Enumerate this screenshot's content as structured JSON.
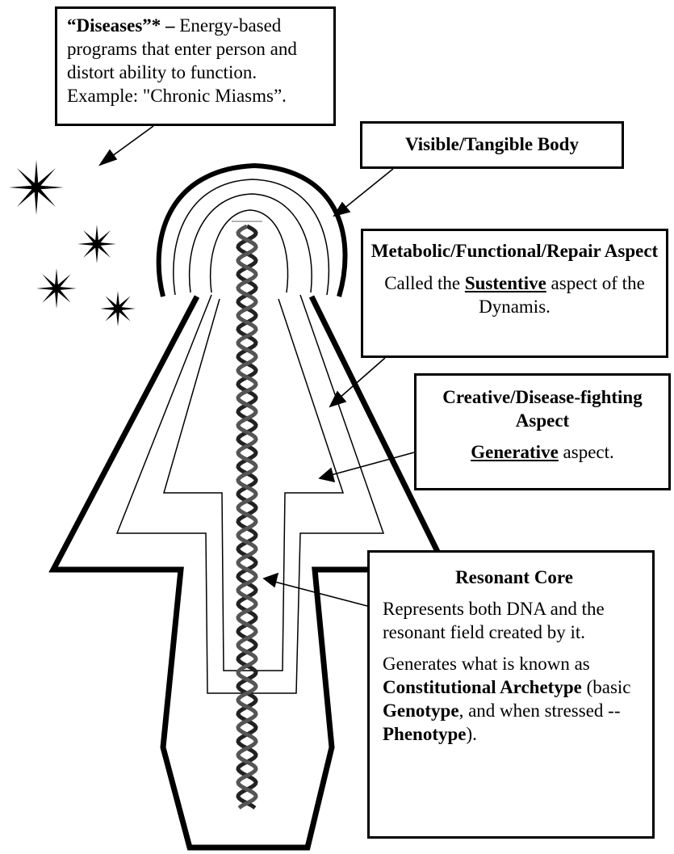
{
  "diseases_box": {
    "title": "“Diseases”* –",
    "text": " Energy-based programs that enter person and distort ability to function. Example: \"Chronic Miasms”."
  },
  "visible_box": {
    "title": "Visible/Tangible Body"
  },
  "metabolic_box": {
    "title": "Metabolic/Functional/Repair Aspect",
    "desc_before": "Called the ",
    "desc_term": "Sustentive",
    "desc_after": " aspect of the Dynamis."
  },
  "creative_box": {
    "title": "Creative/Disease-fighting Aspect",
    "desc_term": "Generative",
    "desc_after": " aspect."
  },
  "core_box": {
    "title": "Resonant Core",
    "p1": "Represents both DNA and the resonant field created by it.",
    "p2_before": "Generates what is known as ",
    "p2_term1": "Constitutional Archetype",
    "p2_mid1": " (basic ",
    "p2_term2": "Genotype",
    "p2_mid2": ", and  when stressed -- ",
    "p2_term3": "Phenotype",
    "p2_after": ")."
  },
  "colors": {
    "line": "#000000",
    "background": "#ffffff"
  },
  "icons": [
    "starburst-icon",
    "dna-helix-icon"
  ]
}
